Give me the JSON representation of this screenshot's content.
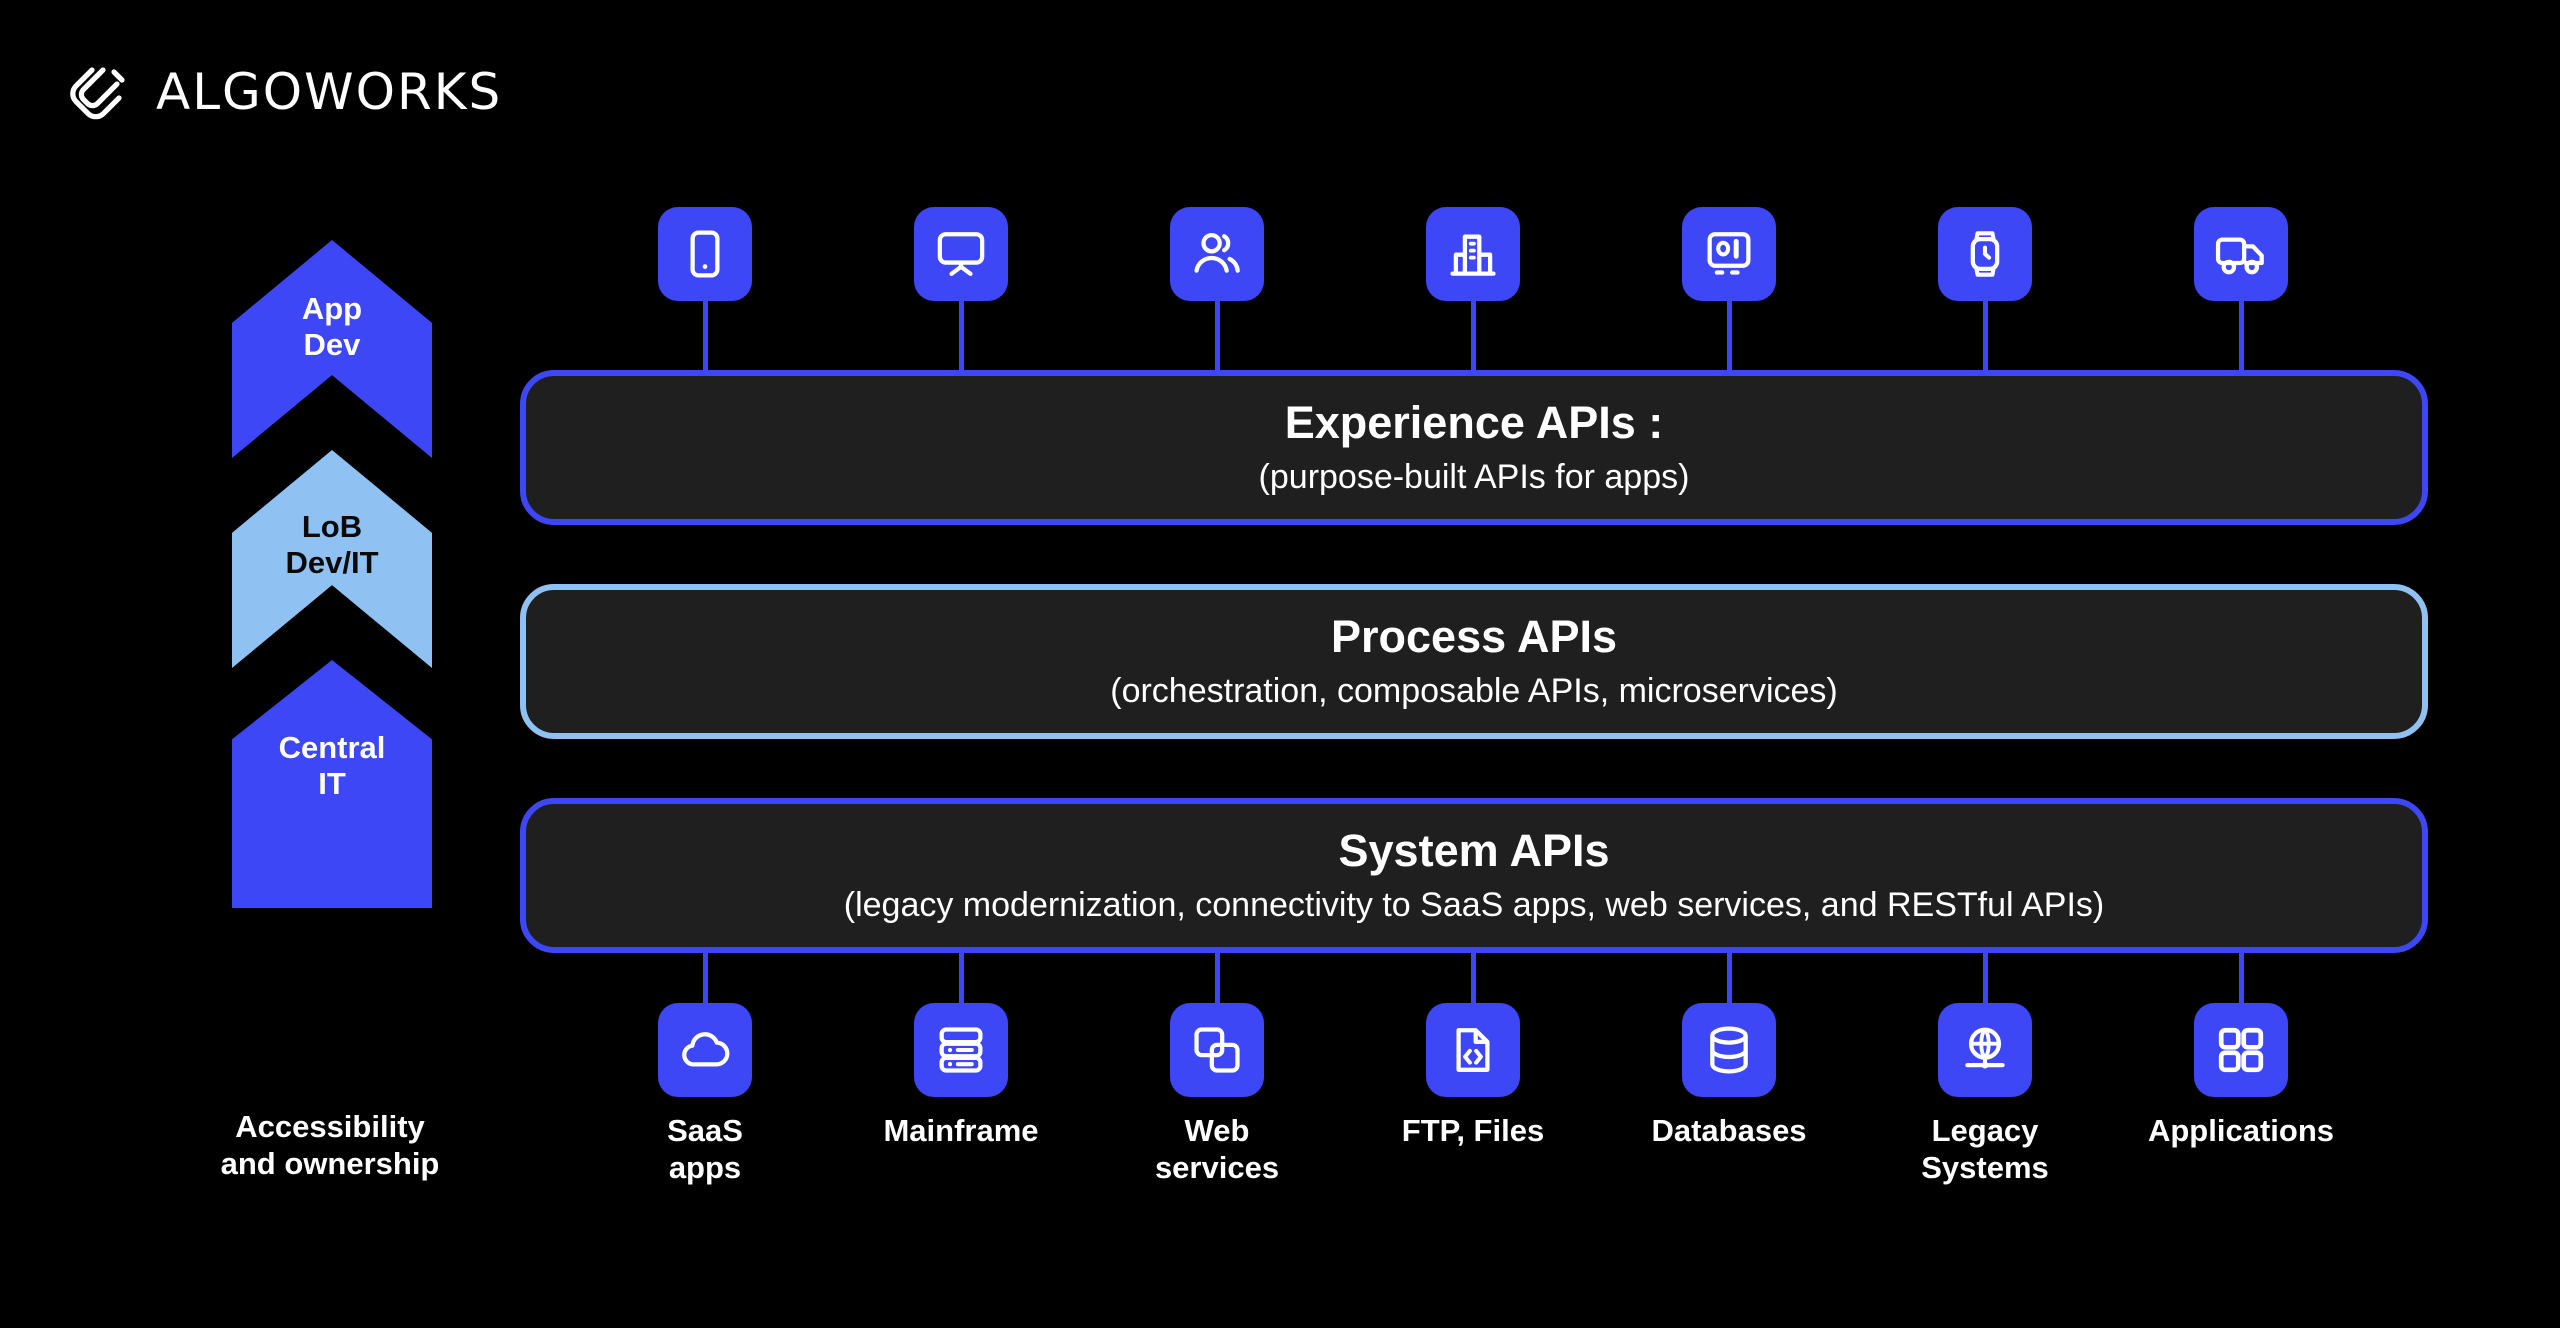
{
  "brand": {
    "name": "ALGOWORKS",
    "logo_icon": "algoworks-paperclip-mark"
  },
  "colors": {
    "background": "#000000",
    "accent_blue": "#3D47F5",
    "light_blue": "#8FC2F2",
    "panel_fill": "#1F1F1F",
    "text_light": "#FFFFFF",
    "text_dark": "#0A0A0A"
  },
  "arrow_stack": {
    "caption": "Accessibility and ownership",
    "caption_line1": "Accessibility",
    "caption_line2": "and ownership",
    "levels": [
      {
        "label": "App Dev",
        "line1": "App",
        "line2": "Dev",
        "color": "#3D47F5",
        "text_color": "#FFFFFF"
      },
      {
        "label": "LoB Dev/IT",
        "line1": "LoB",
        "line2": "Dev/IT",
        "color": "#8FC2F2",
        "text_color": "#0A0A0A"
      },
      {
        "label": "Central IT",
        "line1": "Central",
        "line2": "IT",
        "color": "#3D47F5",
        "text_color": "#FFFFFF"
      }
    ]
  },
  "top_channels": [
    {
      "icon": "mobile-phone-icon",
      "name": "mobile"
    },
    {
      "icon": "tv-display-icon",
      "name": "display"
    },
    {
      "icon": "users-group-icon",
      "name": "users"
    },
    {
      "icon": "office-building-icon",
      "name": "building"
    },
    {
      "icon": "kiosk-monitor-icon",
      "name": "kiosk"
    },
    {
      "icon": "smartwatch-icon",
      "name": "wearable"
    },
    {
      "icon": "delivery-truck-icon",
      "name": "logistics"
    }
  ],
  "panels": [
    {
      "id": "experience",
      "title": "Experience APIs :",
      "subtitle": "(purpose-built APIs for apps)",
      "border_color": "#3D47F5"
    },
    {
      "id": "process",
      "title": "Process APIs",
      "subtitle": "(orchestration, composable APIs, microservices)",
      "border_color": "#8FC2F2"
    },
    {
      "id": "system",
      "title": "System APIs",
      "subtitle": "(legacy modernization, connectivity to SaaS apps, web services, and RESTful APIs)",
      "border_color": "#3D47F5"
    }
  ],
  "bottom_systems": [
    {
      "icon": "cloud-icon",
      "label": "SaaS apps",
      "line1": "SaaS",
      "line2": "apps"
    },
    {
      "icon": "server-rack-icon",
      "label": "Mainframe",
      "line1": "Mainframe",
      "line2": ""
    },
    {
      "icon": "stacked-windows-icon",
      "label": "Web services",
      "line1": "Web",
      "line2": "services"
    },
    {
      "icon": "code-file-icon",
      "label": "FTP, Files",
      "line1": "FTP, Files",
      "line2": ""
    },
    {
      "icon": "database-icon",
      "label": "Databases",
      "line1": "Databases",
      "line2": ""
    },
    {
      "icon": "globe-network-icon",
      "label": "Legacy Systems",
      "line1": "Legacy",
      "line2": "Systems"
    },
    {
      "icon": "app-grid-icon",
      "label": "Applications",
      "line1": "Applications",
      "line2": ""
    }
  ]
}
